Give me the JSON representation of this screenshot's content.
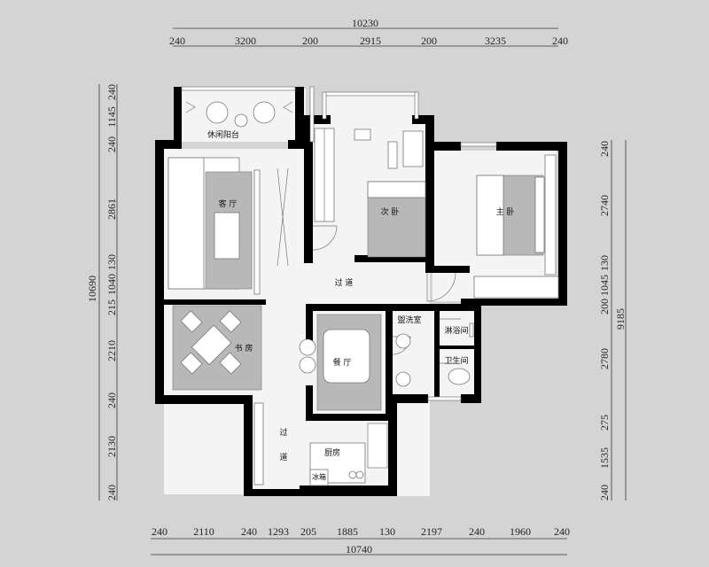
{
  "top": {
    "total": "10230",
    "segments": [
      "240",
      "3200",
      "200",
      "2915",
      "200",
      "3235",
      "240"
    ]
  },
  "bottom": {
    "total": "10740",
    "segments": [
      "240",
      "2110",
      "240",
      "1293",
      "205",
      "1885",
      "130",
      "2197",
      "240",
      "1960",
      "240"
    ]
  },
  "left": {
    "total": "10690",
    "segments": [
      "240",
      "1145",
      "240",
      "2861",
      "130",
      "1040",
      "215",
      "2210",
      "240",
      "2130",
      "240"
    ]
  },
  "right": {
    "total": "9185",
    "segments": [
      "240",
      "2740",
      "130",
      "1045",
      "200",
      "2780",
      "275",
      "1535",
      "240"
    ]
  },
  "rooms": {
    "leisure_balcony": "休闲阳台",
    "living": "客 厅",
    "second_bedroom": "次 卧",
    "master_bedroom": "主 卧",
    "corridor_1": "过   道",
    "study": "书 房",
    "washroom": "盥洗室",
    "shower": "淋浴间",
    "bathroom": "卫生间",
    "dining": "餐 厅",
    "corridor_2_a": "过",
    "corridor_2_b": "道",
    "kitchen": "厨房",
    "fridge": "冰箱"
  }
}
